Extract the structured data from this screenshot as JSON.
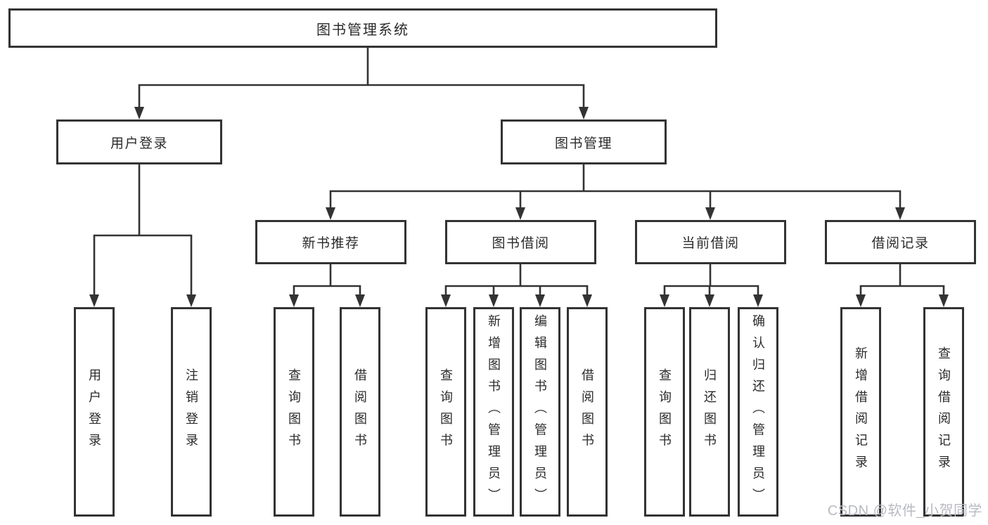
{
  "colors": {
    "line": "#333333",
    "text": "#2b2b2b",
    "watermark": "#b9bac1",
    "background": "#ffffff"
  },
  "tree": {
    "root": {
      "label": "图书管理系统"
    },
    "branches": [
      {
        "label": "用户登录",
        "children": [
          {
            "label": "用户登录"
          },
          {
            "label": "注销登录"
          }
        ]
      },
      {
        "label": "图书管理",
        "children": [
          {
            "label": "新书推荐",
            "children": [
              {
                "label": "查询图书"
              },
              {
                "label": "借阅图书"
              }
            ]
          },
          {
            "label": "图书借阅",
            "children": [
              {
                "label": "查询图书"
              },
              {
                "label": "新增图书（管理员）"
              },
              {
                "label": "编辑图书（管理员）"
              },
              {
                "label": "借阅图书"
              }
            ]
          },
          {
            "label": "当前借阅",
            "children": [
              {
                "label": "查询图书"
              },
              {
                "label": "归还图书"
              },
              {
                "label": "确认归还（管理员）"
              }
            ]
          },
          {
            "label": "借阅记录",
            "children": [
              {
                "label": "新增借阅记录"
              },
              {
                "label": "查询借阅记录"
              }
            ]
          }
        ]
      }
    ]
  },
  "watermark": {
    "text": "CSDN @软件_小贺同学"
  }
}
